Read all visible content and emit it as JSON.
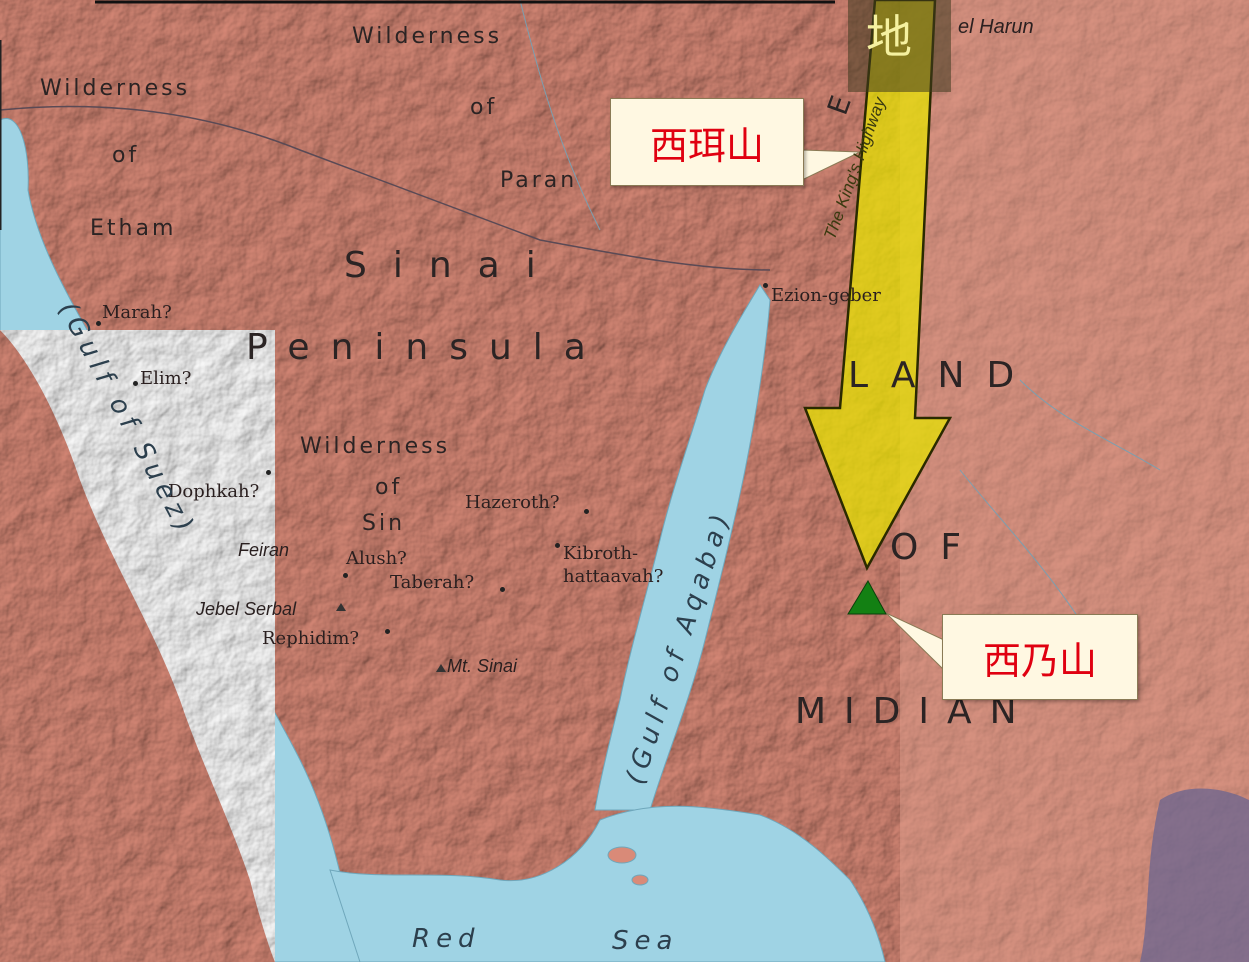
{
  "map": {
    "regions": {
      "wilderness_paran": [
        "Wilderness",
        "of",
        "Paran"
      ],
      "wilderness_etham": [
        "Wilderness",
        "of",
        "Etham"
      ],
      "sinai": "Sinai",
      "peninsula": "Peninsula",
      "wilderness_sin": [
        "Wilderness",
        "of",
        "Sin"
      ],
      "land_of_midian": [
        "LAND",
        "OF",
        "MIDIAN"
      ]
    },
    "places": {
      "marah": "Marah?",
      "elim": "Elim?",
      "dophkah": "Dophkah?",
      "feiran": "Feiran",
      "alush": "Alush?",
      "taberah": "Taberah?",
      "hazeroth": "Hazeroth?",
      "kibroth": "Kibroth-",
      "hattaavah": "hattaavah?",
      "jebel_serbal": "Jebel Serbal",
      "rephidim": "Rephidim?",
      "mt_sinai": "Mt. Sinai",
      "ezion_geber": "Ezion-geber",
      "jebel_harun": "el Harun",
      "kings_highway": "The King's Highway",
      "edom_partial": "E"
    },
    "waters": {
      "gulf_suez": "(Gulf of Suez)",
      "gulf_aqaba": "(Gulf of Aqaba)",
      "red": "Red",
      "sea": "Sea"
    },
    "annotations": {
      "top_label": "地",
      "callout_seir": "西珥山",
      "callout_sinai": "西乃山"
    },
    "colors": {
      "land": "#d98a78",
      "water": "#9fd3e4",
      "arrow": "#e8e600",
      "callout_text": "#e00010",
      "marker": "#138013"
    }
  }
}
